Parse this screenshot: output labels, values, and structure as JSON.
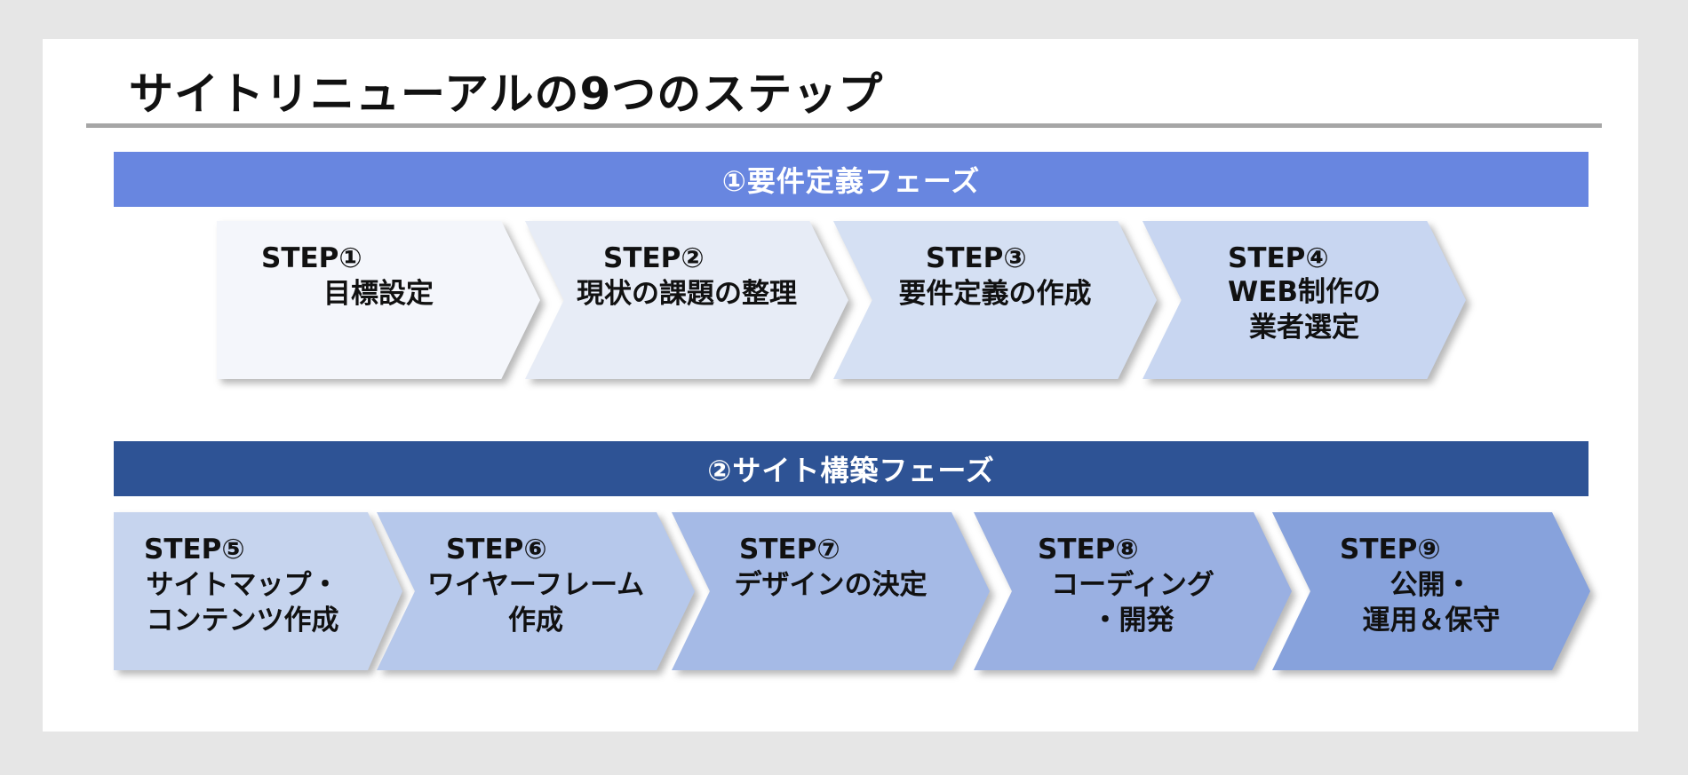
{
  "title": "サイトリニューアルの9つのステップ",
  "phases": [
    {
      "label": "①要件定義フェーズ",
      "color": "#6886e0",
      "steps": [
        {
          "step": "STEP①",
          "label": "目標設定",
          "color": "#f4f6fb"
        },
        {
          "step": "STEP②",
          "label": "現状の課題の整理",
          "color": "#e7ecf6"
        },
        {
          "step": "STEP③",
          "label": "要件定義の作成",
          "color": "#d5e0f3"
        },
        {
          "step": "STEP④",
          "label": "WEB制作の\n業者選定",
          "color": "#c8d6f1"
        }
      ]
    },
    {
      "label": "②サイト構築フェーズ",
      "color": "#2e5395",
      "steps": [
        {
          "step": "STEP⑤",
          "label": "サイトマップ・\nコンテンツ作成",
          "color": "#c6d4ee"
        },
        {
          "step": "STEP⑥",
          "label": "ワイヤーフレーム\n作成",
          "color": "#b6c8eb"
        },
        {
          "step": "STEP⑦",
          "label": "デザインの決定",
          "color": "#a5bae6"
        },
        {
          "step": "STEP⑧",
          "label": "コーディング\n・開発",
          "color": "#9ab0e2"
        },
        {
          "step": "STEP⑨",
          "label": "公開・\n運用＆保守",
          "color": "#87a2dc"
        }
      ]
    }
  ]
}
